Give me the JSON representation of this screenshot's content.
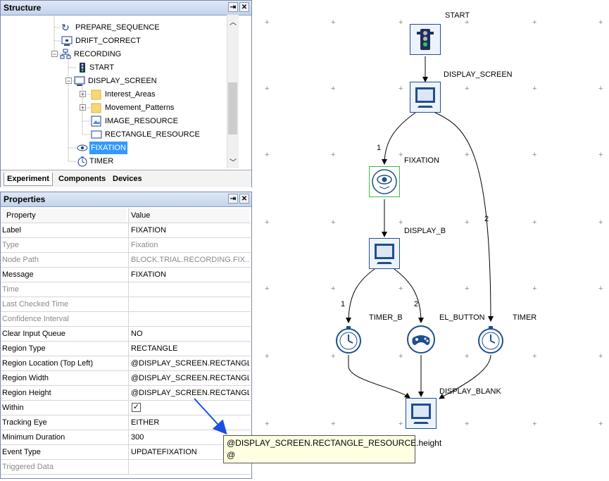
{
  "structure": {
    "title": "Structure",
    "pin": "⇥",
    "close": "✕",
    "items": [
      {
        "label": "PREPARE_SEQUENCE"
      },
      {
        "label": "DRIFT_CORRECT"
      },
      {
        "label": "RECORDING"
      },
      {
        "label": "START"
      },
      {
        "label": "DISPLAY_SCREEN"
      },
      {
        "label": "Interest_Areas"
      },
      {
        "label": "Movement_Patterns"
      },
      {
        "label": "IMAGE_RESOURCE"
      },
      {
        "label": "RECTANGLE_RESOURCE"
      },
      {
        "label": "FIXATION"
      },
      {
        "label": "TIMER"
      }
    ],
    "tabs": [
      "Experiment",
      "Components",
      "Devices"
    ]
  },
  "properties": {
    "title": "Properties",
    "header": {
      "property": "Property",
      "value": "Value"
    },
    "rows": [
      {
        "name": "Label",
        "value": "FIXATION"
      },
      {
        "name": "Type",
        "value": "Fixation"
      },
      {
        "name": "Node Path",
        "value": "BLOCK.TRIAL.RECORDING.FIX..."
      },
      {
        "name": "Message",
        "value": "FIXATION"
      },
      {
        "name": "Time",
        "value": ""
      },
      {
        "name": "Last Checked Time",
        "value": ""
      },
      {
        "name": "Confidence Interval",
        "value": ""
      },
      {
        "name": "Clear Input Queue",
        "value": "NO"
      },
      {
        "name": "Region Type",
        "value": "RECTANGLE"
      },
      {
        "name": "Region Location (Top Left)",
        "value": "@DISPLAY_SCREEN.RECTANGL..."
      },
      {
        "name": "Region Width",
        "value": "@DISPLAY_SCREEN.RECTANGL..."
      },
      {
        "name": "Region Height",
        "value": "@DISPLAY_SCREEN.RECTANGL..."
      },
      {
        "name": "Within",
        "value": ""
      },
      {
        "name": "Tracking Eye",
        "value": "EITHER"
      },
      {
        "name": "Minimum Duration",
        "value": "300"
      },
      {
        "name": "Event Type",
        "value": "UPDATEFIXATION"
      },
      {
        "name": "Triggered Data",
        "value": ""
      }
    ]
  },
  "canvas": {
    "nodes": {
      "start": "START",
      "display_screen": "DISPLAY_SCREEN",
      "fixation": "FIXATION",
      "display_b": "DISPLAY_B",
      "timer_b": "TIMER_B",
      "el_button": "EL_BUTTON",
      "timer": "TIMER",
      "display_blank": "DISPLAY_BLANK"
    },
    "edge_labels": [
      "1",
      "2",
      "1",
      "2"
    ],
    "grid_mark": "+"
  },
  "tooltip": {
    "line1": "@DISPLAY_SCREEN.RECTANGLE_RESOURCE.height",
    "line2": "@"
  },
  "colors": {
    "selection": "#3399ff",
    "node_border": "#1f4f8f",
    "fixation_border": "#3fbf3f",
    "tooltip_bg": "#ffffe1",
    "arrow": "#1a4fe0"
  }
}
